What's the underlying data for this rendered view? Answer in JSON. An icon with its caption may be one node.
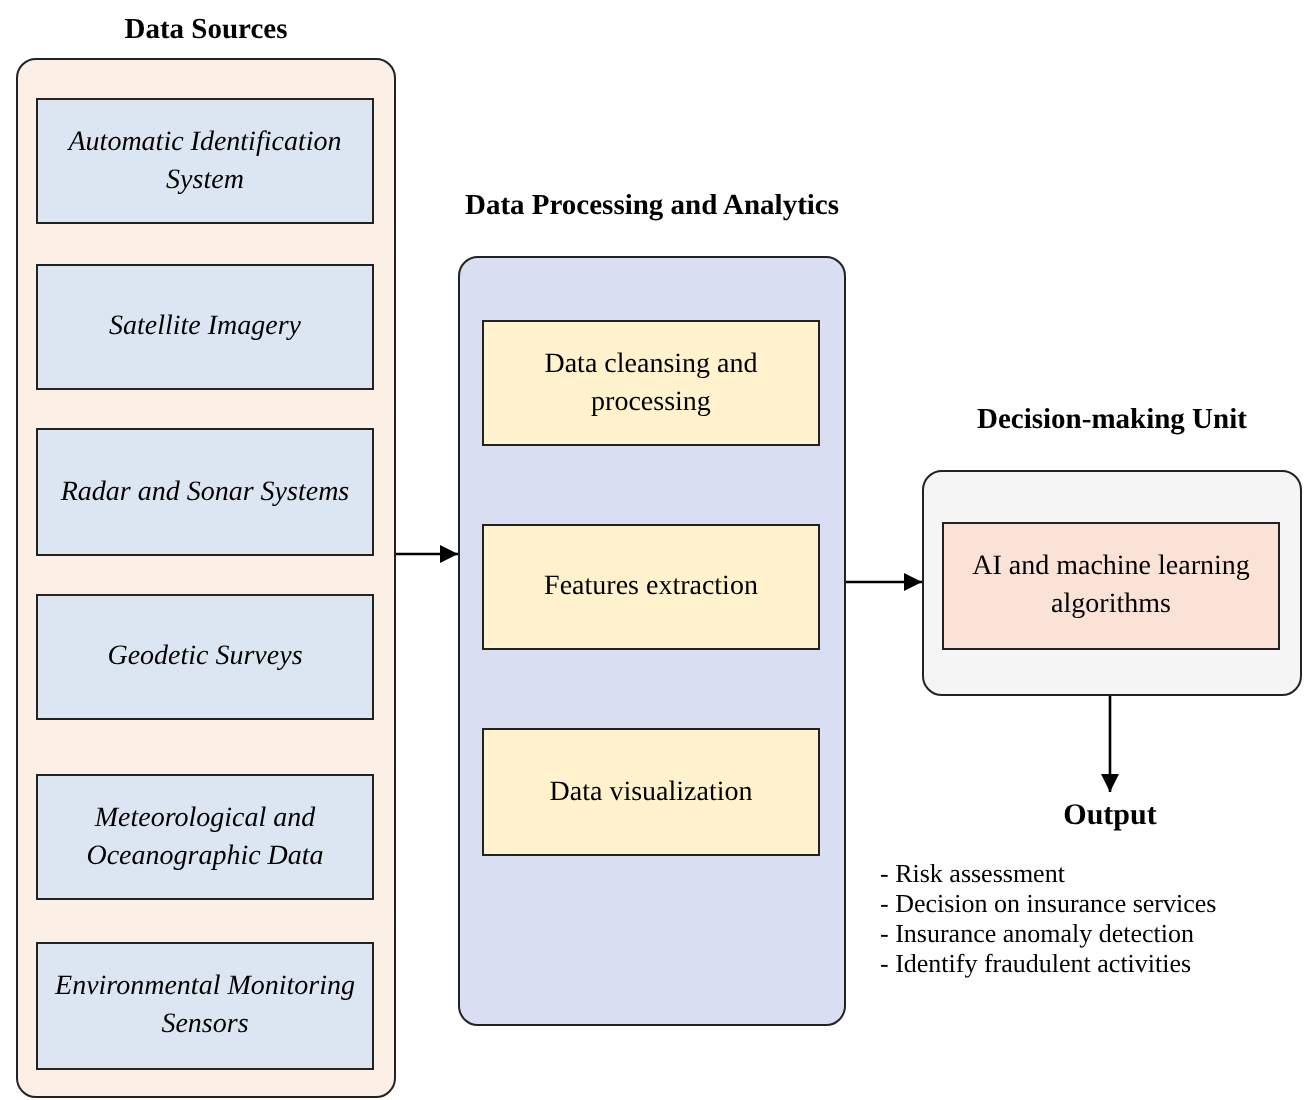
{
  "diagram": {
    "nodes": [
      {
        "text": [
          "Data Sources"
        ]
      },
      {
        "text": [
          "Automatic Identification System"
        ],
        "in": 0
      },
      {
        "text": [
          "Satellite Imagery"
        ],
        "in": 0
      },
      {
        "text": [
          "Radar and Sonar Systems"
        ],
        "in": 0
      },
      {
        "text": [
          "Geodetic Surveys"
        ],
        "in": 0
      },
      {
        "text": [
          "Meteorological and Oceanographic Data"
        ],
        "in": 0
      },
      {
        "text": [
          "Environmental Monitoring Sensors"
        ],
        "in": 0
      },
      {
        "text": [
          "Data Processing and Analytics"
        ]
      },
      {
        "text": [
          "Data cleansing and processing"
        ],
        "in": 7
      },
      {
        "text": [
          "Features extraction"
        ],
        "in": 7
      },
      {
        "text": [
          "Data visualization"
        ],
        "in": 7
      },
      {
        "text": [
          "Decision-making Unit"
        ]
      },
      {
        "text": [
          "AI and machine learning algorithms"
        ],
        "in": 11
      },
      {
        "text": [
          "Output"
        ]
      }
    ],
    "edges": [
      {
        "from": 0,
        "to": 7,
        "arrow": "to"
      },
      {
        "from": 7,
        "to": 11,
        "arrow": "to"
      },
      {
        "from": 11,
        "to": 13,
        "arrow": "to"
      }
    ],
    "labels": [
      "- Risk assessment",
      "- Decision on insurance services",
      "- Insurance anomaly detection",
      "- Identify fraudulent activities"
    ]
  }
}
